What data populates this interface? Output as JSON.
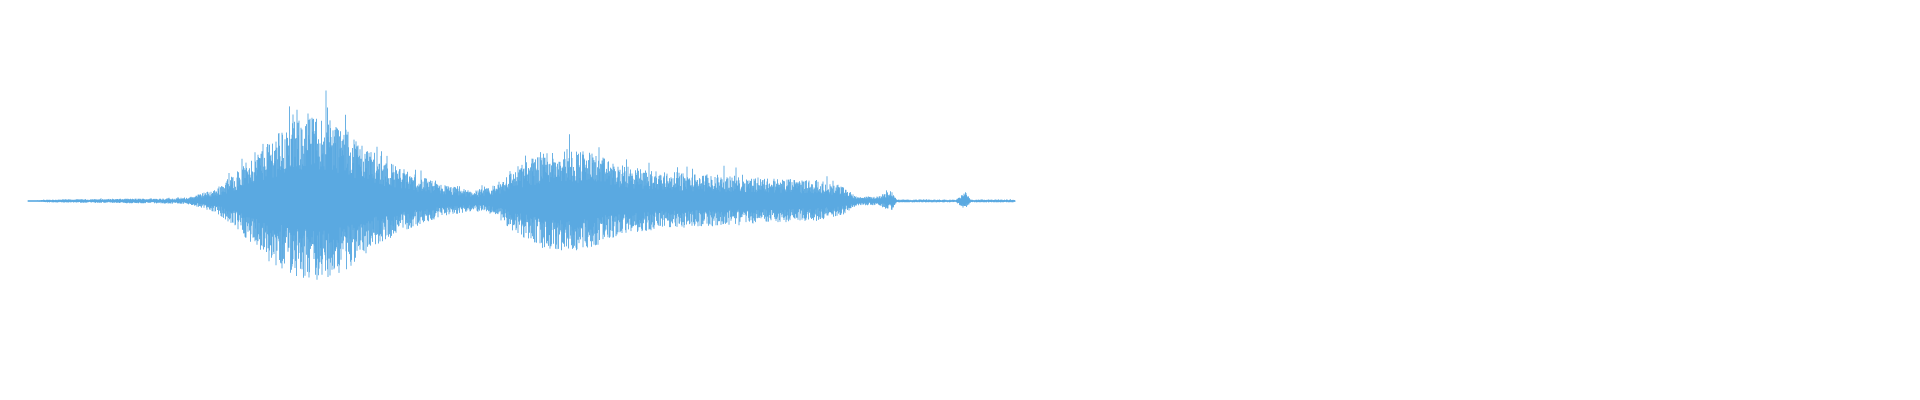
{
  "waveform": {
    "color": "#5aa9e1",
    "background": "#ffffff",
    "envelope": [
      {
        "t": 0.0,
        "a": 0.0
      },
      {
        "t": 0.02,
        "a": 0.01
      },
      {
        "t": 0.16,
        "a": 0.02
      },
      {
        "t": 0.19,
        "a": 0.08
      },
      {
        "t": 0.215,
        "a": 0.22
      },
      {
        "t": 0.245,
        "a": 0.43
      },
      {
        "t": 0.275,
        "a": 0.55
      },
      {
        "t": 0.3,
        "a": 0.58
      },
      {
        "t": 0.325,
        "a": 0.47
      },
      {
        "t": 0.355,
        "a": 0.3
      },
      {
        "t": 0.385,
        "a": 0.2
      },
      {
        "t": 0.415,
        "a": 0.12
      },
      {
        "t": 0.45,
        "a": 0.07
      },
      {
        "t": 0.47,
        "a": 0.09
      },
      {
        "t": 0.495,
        "a": 0.23
      },
      {
        "t": 0.52,
        "a": 0.33
      },
      {
        "t": 0.545,
        "a": 0.36
      },
      {
        "t": 0.57,
        "a": 0.33
      },
      {
        "t": 0.6,
        "a": 0.24
      },
      {
        "t": 0.64,
        "a": 0.2
      },
      {
        "t": 0.68,
        "a": 0.18
      },
      {
        "t": 0.72,
        "a": 0.17
      },
      {
        "t": 0.76,
        "a": 0.15
      },
      {
        "t": 0.8,
        "a": 0.14
      },
      {
        "t": 0.825,
        "a": 0.1
      },
      {
        "t": 0.84,
        "a": 0.03
      },
      {
        "t": 0.86,
        "a": 0.03
      },
      {
        "t": 0.875,
        "a": 0.07
      },
      {
        "t": 0.88,
        "a": 0.01
      },
      {
        "t": 0.94,
        "a": 0.01
      },
      {
        "t": 0.95,
        "a": 0.06
      },
      {
        "t": 0.955,
        "a": 0.01
      },
      {
        "t": 1.0,
        "a": 0.01
      }
    ]
  }
}
